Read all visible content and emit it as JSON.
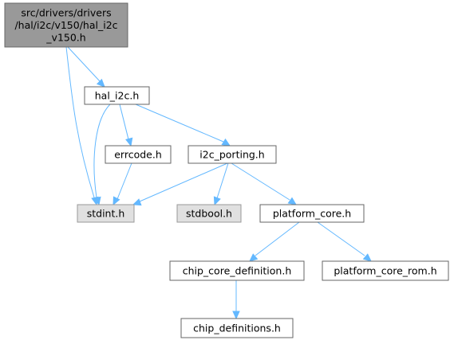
{
  "graph": {
    "nodes": {
      "root": {
        "lines": [
          "src/drivers/drivers",
          "/hal/i2c/v150/hal_i2c",
          "_v150.h"
        ],
        "kind": "root"
      },
      "hal_i2c": {
        "lines": [
          "hal_i2c.h"
        ],
        "kind": "normal"
      },
      "errcode": {
        "lines": [
          "errcode.h"
        ],
        "kind": "normal"
      },
      "i2c_porting": {
        "lines": [
          "i2c_porting.h"
        ],
        "kind": "normal"
      },
      "stdint": {
        "lines": [
          "stdint.h"
        ],
        "kind": "external"
      },
      "stdbool": {
        "lines": [
          "stdbool.h"
        ],
        "kind": "external"
      },
      "platform_core": {
        "lines": [
          "platform_core.h"
        ],
        "kind": "normal"
      },
      "chip_core_definition": {
        "lines": [
          "chip_core_definition.h"
        ],
        "kind": "normal"
      },
      "platform_core_rom": {
        "lines": [
          "platform_core_rom.h"
        ],
        "kind": "normal"
      },
      "chip_definitions": {
        "lines": [
          "chip_definitions.h"
        ],
        "kind": "normal"
      }
    },
    "edges": [
      [
        "root",
        "hal_i2c"
      ],
      [
        "root",
        "stdint"
      ],
      [
        "hal_i2c",
        "errcode"
      ],
      [
        "hal_i2c",
        "i2c_porting"
      ],
      [
        "hal_i2c",
        "stdint"
      ],
      [
        "errcode",
        "stdint"
      ],
      [
        "i2c_porting",
        "stdint"
      ],
      [
        "i2c_porting",
        "stdbool"
      ],
      [
        "i2c_porting",
        "platform_core"
      ],
      [
        "platform_core",
        "chip_core_definition"
      ],
      [
        "platform_core",
        "platform_core_rom"
      ],
      [
        "chip_core_definition",
        "chip_definitions"
      ]
    ],
    "colors": {
      "edge": "#63b8ff",
      "root_fill": "#999999",
      "normal_fill": "#ffffff",
      "external_fill": "#e0e0e0",
      "border": "#666666"
    }
  }
}
